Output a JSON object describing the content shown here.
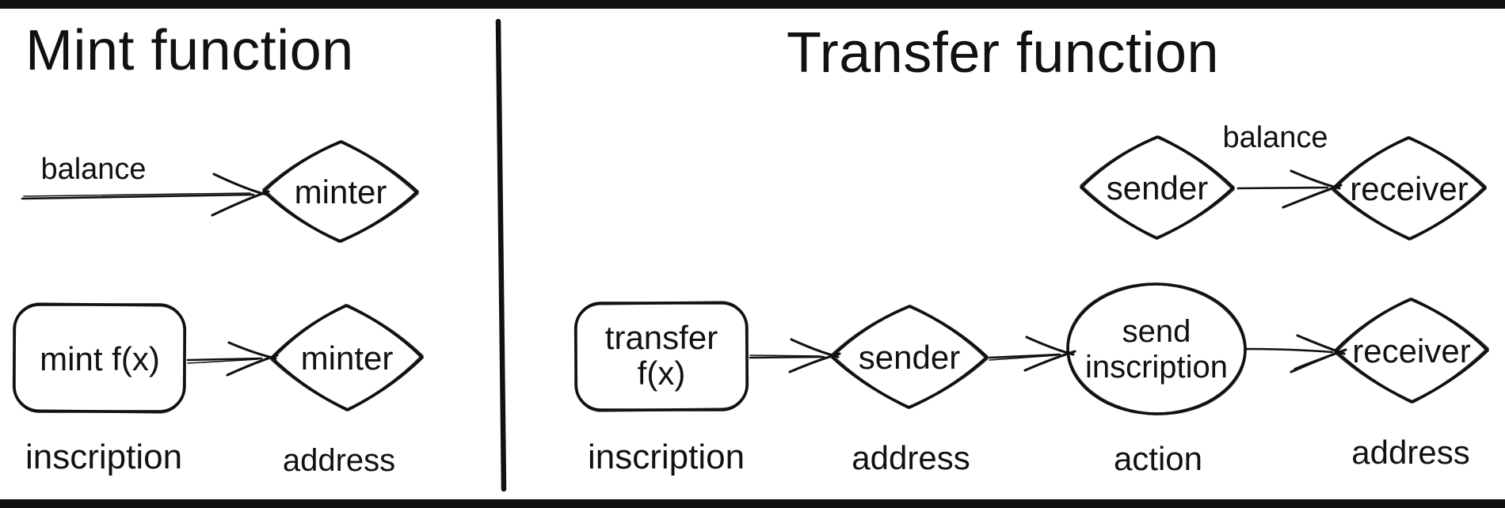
{
  "mint": {
    "title": "Mint function",
    "balance": "balance",
    "minter_top": "minter",
    "mint_fx": "mint f(x)",
    "minter_bottom": "minter",
    "inscription": "inscription",
    "address": "address"
  },
  "transfer": {
    "title": "Transfer function",
    "balance": "balance",
    "sender_top": "sender",
    "receiver_top": "receiver",
    "fx_line1": "transfer",
    "fx_line2": "f(x)",
    "sender_bottom": "sender",
    "action_line1": "send",
    "action_line2": "inscription",
    "receiver_bottom": "receiver",
    "inscription": "inscription",
    "address_mid": "address",
    "action": "action",
    "address_right": "address"
  },
  "colors": {
    "ink": "#111111",
    "background": "#ffffff"
  }
}
